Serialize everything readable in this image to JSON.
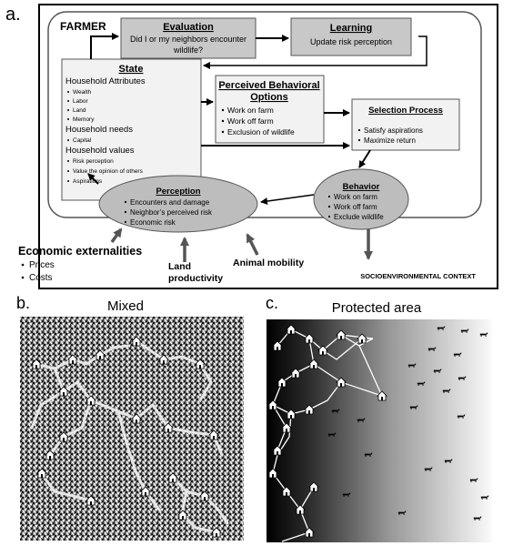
{
  "panel_a": {
    "label": "a.",
    "farmer": "FARMER",
    "evaluation": {
      "title": "Evaluation",
      "line1": "Did I or my neighbors encounter",
      "line2": "wildlife?"
    },
    "learning": {
      "title": "Learning",
      "text": "Update risk perception"
    },
    "state": {
      "title": "State",
      "attributes_heading": "Household Attributes",
      "attributes": [
        "Wealth",
        "Labor",
        "Land",
        "Memory"
      ],
      "needs_heading": "Household needs",
      "needs": [
        "Capital"
      ],
      "values_heading": "Household values",
      "values": [
        "Risk perception",
        "Value the opinion of others",
        "Aspirations"
      ]
    },
    "options": {
      "title_line1": "Perceived Behavioral",
      "title_line2": "Options",
      "items": [
        "Work on farm",
        "Work off farm",
        "Exclusion of wildlife"
      ]
    },
    "selection": {
      "title": "Selection Process",
      "items": [
        "Satisfy aspirations",
        "Maximize return"
      ]
    },
    "perception": {
      "title": "Perception",
      "items": [
        "Encounters and damage",
        "Neighbor’s perceived risk",
        "Economic risk"
      ]
    },
    "behavior": {
      "title": "Behavior",
      "items": [
        "Work on farm",
        "Work off farm",
        "Exclude wildlife"
      ]
    },
    "externalities": {
      "title": "Economic externalities",
      "items": [
        "Prices",
        "Costs"
      ]
    },
    "land_productivity": {
      "line1": "Land",
      "line2": "productivity"
    },
    "animal_mobility": "Animal mobility",
    "context": "SOCIOENVIRONMENTAL CONTEXT"
  },
  "panel_b": {
    "label": "b.",
    "title": "Mixed"
  },
  "panel_c": {
    "label": "c.",
    "title": "Protected area"
  },
  "colors": {
    "box_fill": "#c8c8c8",
    "state_fill": "#f2f2f2",
    "ellipse_fill": "#bdbdbd",
    "arrow": "#000000",
    "ext_arrow": "#555555"
  }
}
